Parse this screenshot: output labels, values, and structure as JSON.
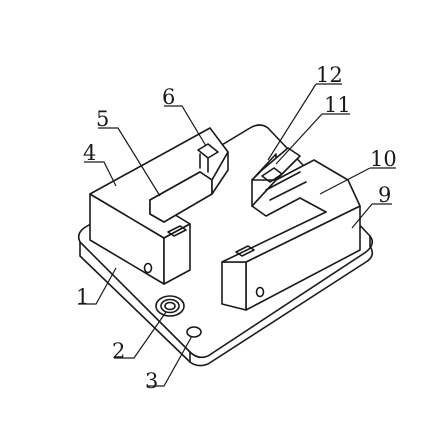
{
  "figure": {
    "labels": [
      {
        "id": "part-1",
        "text": "1"
      },
      {
        "id": "part-2",
        "text": "2"
      },
      {
        "id": "part-3",
        "text": "3"
      },
      {
        "id": "part-4",
        "text": "4"
      },
      {
        "id": "part-5",
        "text": "5"
      },
      {
        "id": "part-6",
        "text": "6"
      },
      {
        "id": "part-9",
        "text": "9"
      },
      {
        "id": "part-10",
        "text": "10"
      },
      {
        "id": "part-11",
        "text": "11"
      },
      {
        "id": "part-12",
        "text": "12"
      }
    ]
  }
}
